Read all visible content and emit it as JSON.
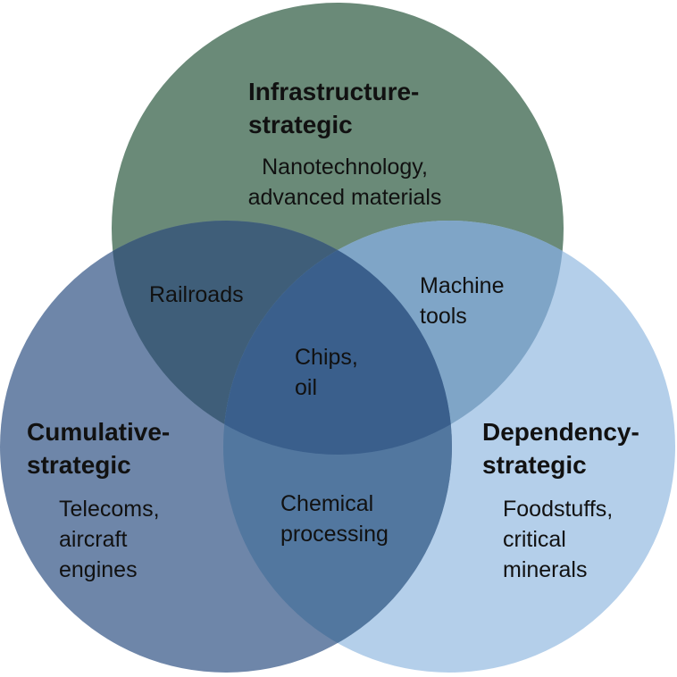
{
  "colors": {
    "infrastructure": "#6a8a78",
    "cumulative": "#6e86a9",
    "dependency": "#b4cfea",
    "infra_cum": "#3f5e79",
    "infra_dep": "#7fa5c7",
    "cum_dep": "#52779f",
    "all_three": "#3a5f8c"
  },
  "sets": {
    "infrastructure": {
      "title": "Infrastructure-\nstrategic",
      "examples": "Nanotechnology,\nadvanced materials"
    },
    "cumulative": {
      "title": "Cumulative-\nstrategic",
      "examples": "Telecoms,\naircraft\nengines"
    },
    "dependency": {
      "title": "Dependency-\nstrategic",
      "examples": "Foodstuffs,\ncritical\nminerals"
    }
  },
  "overlaps": {
    "infra_cum": "Railroads",
    "infra_dep": "Machine\ntools",
    "cum_dep": "Chemical\nprocessing",
    "all_three": "Chips,\noil"
  }
}
